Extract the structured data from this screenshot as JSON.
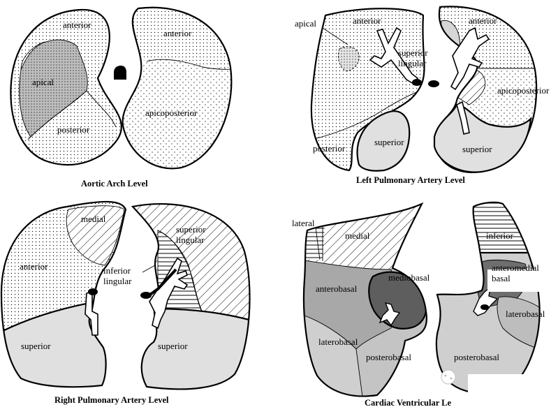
{
  "panels": [
    {
      "caption": "Aortic Arch Level",
      "labels": {
        "anterior_left": "anterior",
        "apical": "apical",
        "posterior": "posterior",
        "anterior_right": "anterior",
        "apicoposterior": "apicoposterior"
      }
    },
    {
      "caption": "Left Pulmonary Artery Level",
      "labels": {
        "apical": "apical",
        "anterior_left": "anterior",
        "superior_lingular": "superior\nlingular",
        "anterior_right": "anterior",
        "apicoposterior": "apicoposterior",
        "posterior": "posterior",
        "superior_left": "superior",
        "superior_right": "superior"
      }
    },
    {
      "caption": "Right Pulmonary Artery Level",
      "labels": {
        "medial": "medial",
        "anterior": "anterior",
        "superior_left": "superior",
        "superior_lingular": "superior\nlingular",
        "inferior_lingular": "inferior\nlingular",
        "superior_right": "superior"
      }
    },
    {
      "caption": "Cardiac Ventricular Le",
      "labels": {
        "lateral": "lateral",
        "medial": "medial",
        "anterobasal": "anterobasal",
        "mediobasal": "mediobasal",
        "laterobasal_left": "laterobasal",
        "posterobasal_left": "posterobasal",
        "inferior": "inferior",
        "anteromedial_basal": "anteromedial\nbasal",
        "laterobasal_right": "laterobasal",
        "posterobasal_right": "posterobasal"
      }
    }
  ],
  "colors": {
    "outline": "#000000",
    "light_gray": "#e0e0e0",
    "mid_gray": "#a8a8a8",
    "dark_gray": "#7a7a7a",
    "darker_gray": "#5e5e5e",
    "background": "#ffffff"
  }
}
